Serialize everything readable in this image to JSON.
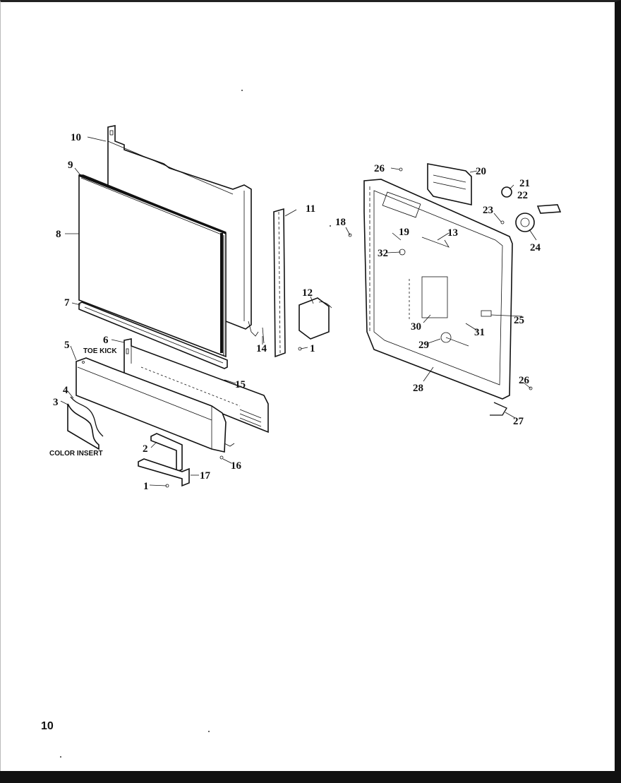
{
  "diagram": {
    "callouts": [
      "1",
      "1",
      "2",
      "3",
      "4",
      "5",
      "6",
      "7",
      "8",
      "9",
      "10",
      "11",
      "12",
      "13",
      "14",
      "15",
      "16",
      "17",
      "18",
      "19",
      "20",
      "21",
      "22",
      "23",
      "24",
      "25",
      "26",
      "26",
      "27",
      "28",
      "29",
      "30",
      "31",
      "32"
    ],
    "captions": {
      "toe_kick": "TOE KICK",
      "color_insert": "COLOR INSERT"
    }
  },
  "page": {
    "number": "10"
  }
}
